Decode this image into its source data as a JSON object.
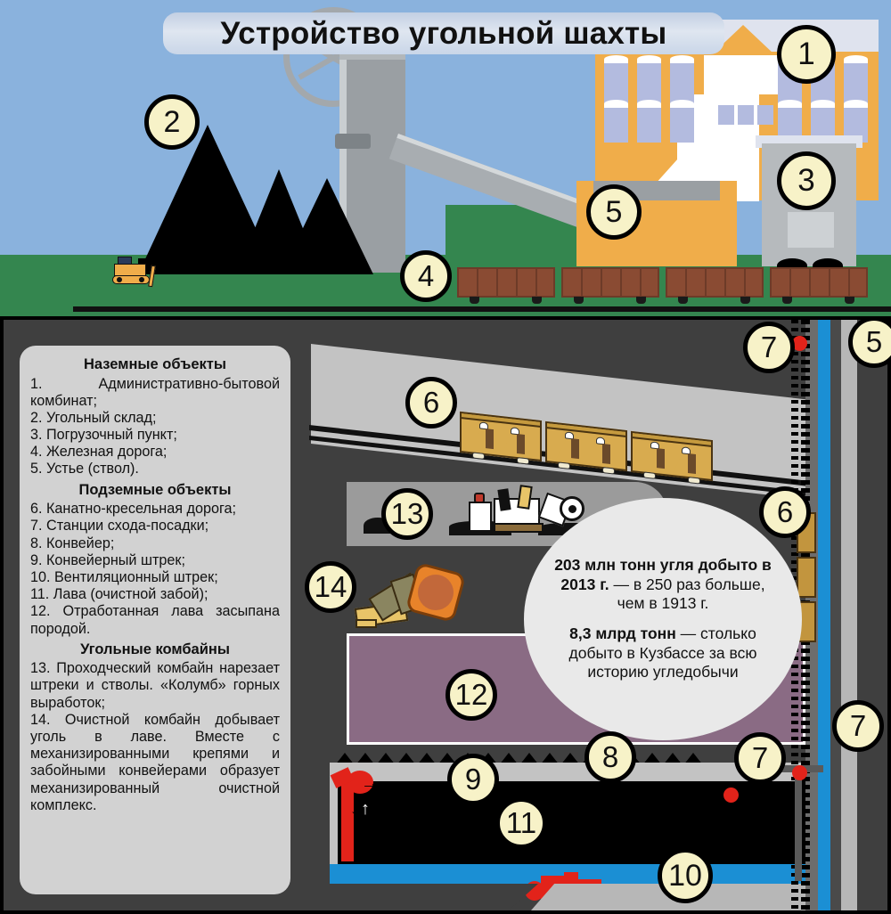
{
  "title": "Устройство угольной шахты",
  "legend": {
    "sections": [
      {
        "heading": "Наземные объекты",
        "items": [
          "1.  Административно-бытовой комбинат;",
          "2. Угольный склад;",
          "3. Погрузочный пункт;",
          "4. Железная дорога;",
          "5. Устье (ствол)."
        ]
      },
      {
        "heading": "Подземные объекты",
        "items": [
          "6. Канатно-кресельная дорога;",
          "7. Станции схода-посадки;",
          "8. Конвейер;",
          "9. Конвейерный штрек;",
          "10. Вентиляционный штрек;",
          "11. Лава (очистной забой);",
          "12. Отработанная лава засыпана породой."
        ]
      },
      {
        "heading": "Угольные комбайны",
        "items": [
          "13. Проходческий комбайн нарезает штреки и стволы. «Колумб» горных выработок;",
          "14. Очистной комбайн добывает уголь в лаве. Вместе с механизированными крепями и забойными конвейерами образует механизированный очистной комплекс."
        ]
      }
    ]
  },
  "stats": {
    "line1_bold": "203 млн тонн угля добыто в 2013 г.",
    "line1_rest": " — в 250 раз больше, чем в 1913 г.",
    "line2_bold": "8,3 млрд тонн",
    "line2_rest": " — столько добыто в Кузбассе за всю историю угледобычи"
  },
  "badges": {
    "b1": "1",
    "b2": "2",
    "b3": "3",
    "b4": "4",
    "b5_surface": "5",
    "b5_under": "5",
    "b6_road": "6",
    "b6_shaft": "6",
    "b7_top": "7",
    "b7_mid": "7",
    "b7_low": "7",
    "b8": "8",
    "b9": "9",
    "b10": "10",
    "b11": "11",
    "b12": "12",
    "b13": "13",
    "b14": "14"
  },
  "colors": {
    "sky": "#8ab2dd",
    "ground": "#34864f",
    "building": "#f0ad4a",
    "rock_dark": "#3f3f3f",
    "rock_light": "#b7b7b7",
    "goaf": "#8a6b84",
    "vent_blue": "#1b8fd4",
    "station_red": "#e2231a",
    "badge_fill": "#f7f2c8",
    "coal_black": "#000000"
  }
}
